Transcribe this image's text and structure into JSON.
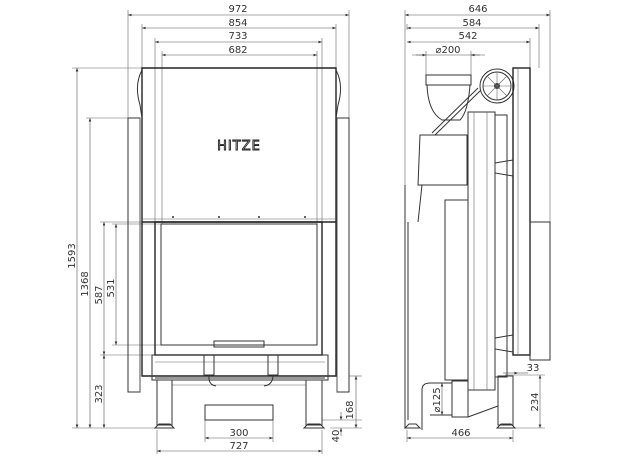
{
  "brand_logo": "HITZE",
  "front_view": {
    "width_dims": {
      "overall": "972",
      "body": "854",
      "door_frame": "733",
      "glass": "682"
    },
    "height_dims": {
      "total": "1593",
      "side_panel": "1368",
      "door": "587",
      "glass": "531",
      "base": "323"
    },
    "bottom_dims": {
      "air_inlet": "300",
      "legs": "727",
      "leg_adjust": "168",
      "foot": "40"
    }
  },
  "side_view": {
    "depth_dims": {
      "overall": "646",
      "body": "584",
      "frame": "542",
      "flue_diameter": "⌀200"
    },
    "lower_dims": {
      "air_inlet_diameter": "⌀125",
      "leg_depth": "466",
      "offset": "33",
      "inlet_height": "234"
    }
  }
}
